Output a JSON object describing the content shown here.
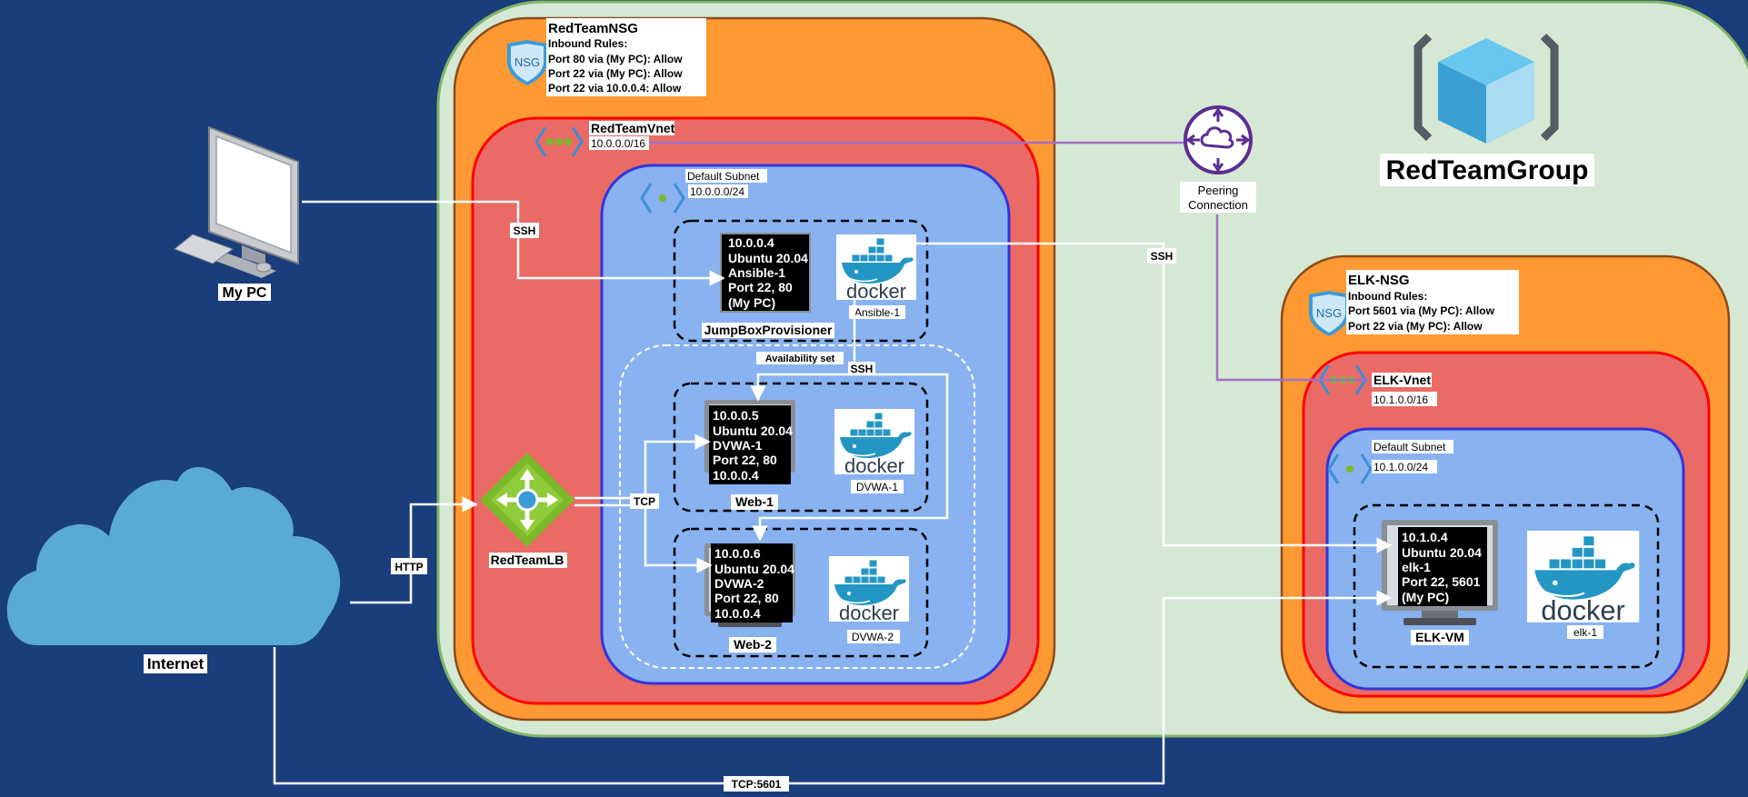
{
  "red_group": {
    "title": "RedTeamGroup",
    "nsg": {
      "name": "RedTeamNSG",
      "icon_label": "NSG",
      "rules_heading": "Inbound Rules:",
      "rules": [
        "Port 80 via (My PC): Allow",
        "Port 22 via (My PC): Allow",
        "Port 22 via 10.0.0.4: Allow"
      ]
    },
    "vnet": {
      "name": "RedTeamVnet",
      "cidr": "10.0.0.0/16"
    },
    "subnet": {
      "name": "Default Subnet",
      "cidr": "10.0.0.0/24"
    },
    "jumpbox": {
      "name": "JumpBoxProvisioner",
      "vm_lines": [
        "10.0.0.4",
        "Ubuntu 20.04",
        "Ansible-1",
        "Port 22, 80",
        "(My PC)"
      ],
      "docker_word": "docker",
      "container": "Ansible-1"
    },
    "availability_set": "Availability set",
    "web1": {
      "name": "Web-1",
      "vm_lines": [
        "10.0.0.5",
        "Ubuntu 20.04",
        "DVWA-1",
        "Port 22, 80",
        "10.0.0.4"
      ],
      "docker_word": "docker",
      "container": "DVWA-1"
    },
    "web2": {
      "name": "Web-2",
      "vm_lines": [
        "10.0.0.6",
        "Ubuntu 20.04",
        "DVWA-2",
        "Port 22, 80",
        "10.0.0.4"
      ],
      "docker_word": "docker",
      "container": "DVWA-2"
    },
    "lb": {
      "name": "RedTeamLB"
    }
  },
  "elk_group": {
    "nsg": {
      "name": "ELK-NSG",
      "icon_label": "NSG",
      "rules_heading": "Inbound Rules:",
      "rules": [
        "Port 5601 via (My PC): Allow",
        "Port 22 via (My PC): Allow"
      ]
    },
    "vnet": {
      "name": "ELK-Vnet",
      "cidr": "10.1.0.0/16"
    },
    "subnet": {
      "name": "Default Subnet",
      "cidr": "10.1.0.0/24"
    },
    "vm": {
      "name": "ELK-VM",
      "vm_lines": [
        "10.1.0.4",
        "Ubuntu 20.04",
        "elk-1",
        "Port 22, 5601",
        "(My PC)"
      ],
      "docker_word": "docker",
      "container": "elk-1"
    }
  },
  "my_pc": {
    "label": "My PC"
  },
  "internet": {
    "label": "Internet"
  },
  "peering": {
    "label_line1": "Peering",
    "label_line2": "Connection"
  },
  "connections": {
    "ssh_mypc": "SSH",
    "ssh_jump": "SSH",
    "ssh_elk": "SSH",
    "http": "HTTP",
    "tcp_lb": "TCP",
    "tcp_5601": "TCP:5601"
  },
  "colors": {
    "background": "#1a3d7c",
    "resource_group": "#d5e8d4",
    "nsg": "#ff9933",
    "vnet": "#ea6b66",
    "subnet": "#89b2f0",
    "peering": "#6633aa",
    "docker_blue": "#2496c4",
    "azure_cube": "#50b4e0"
  }
}
